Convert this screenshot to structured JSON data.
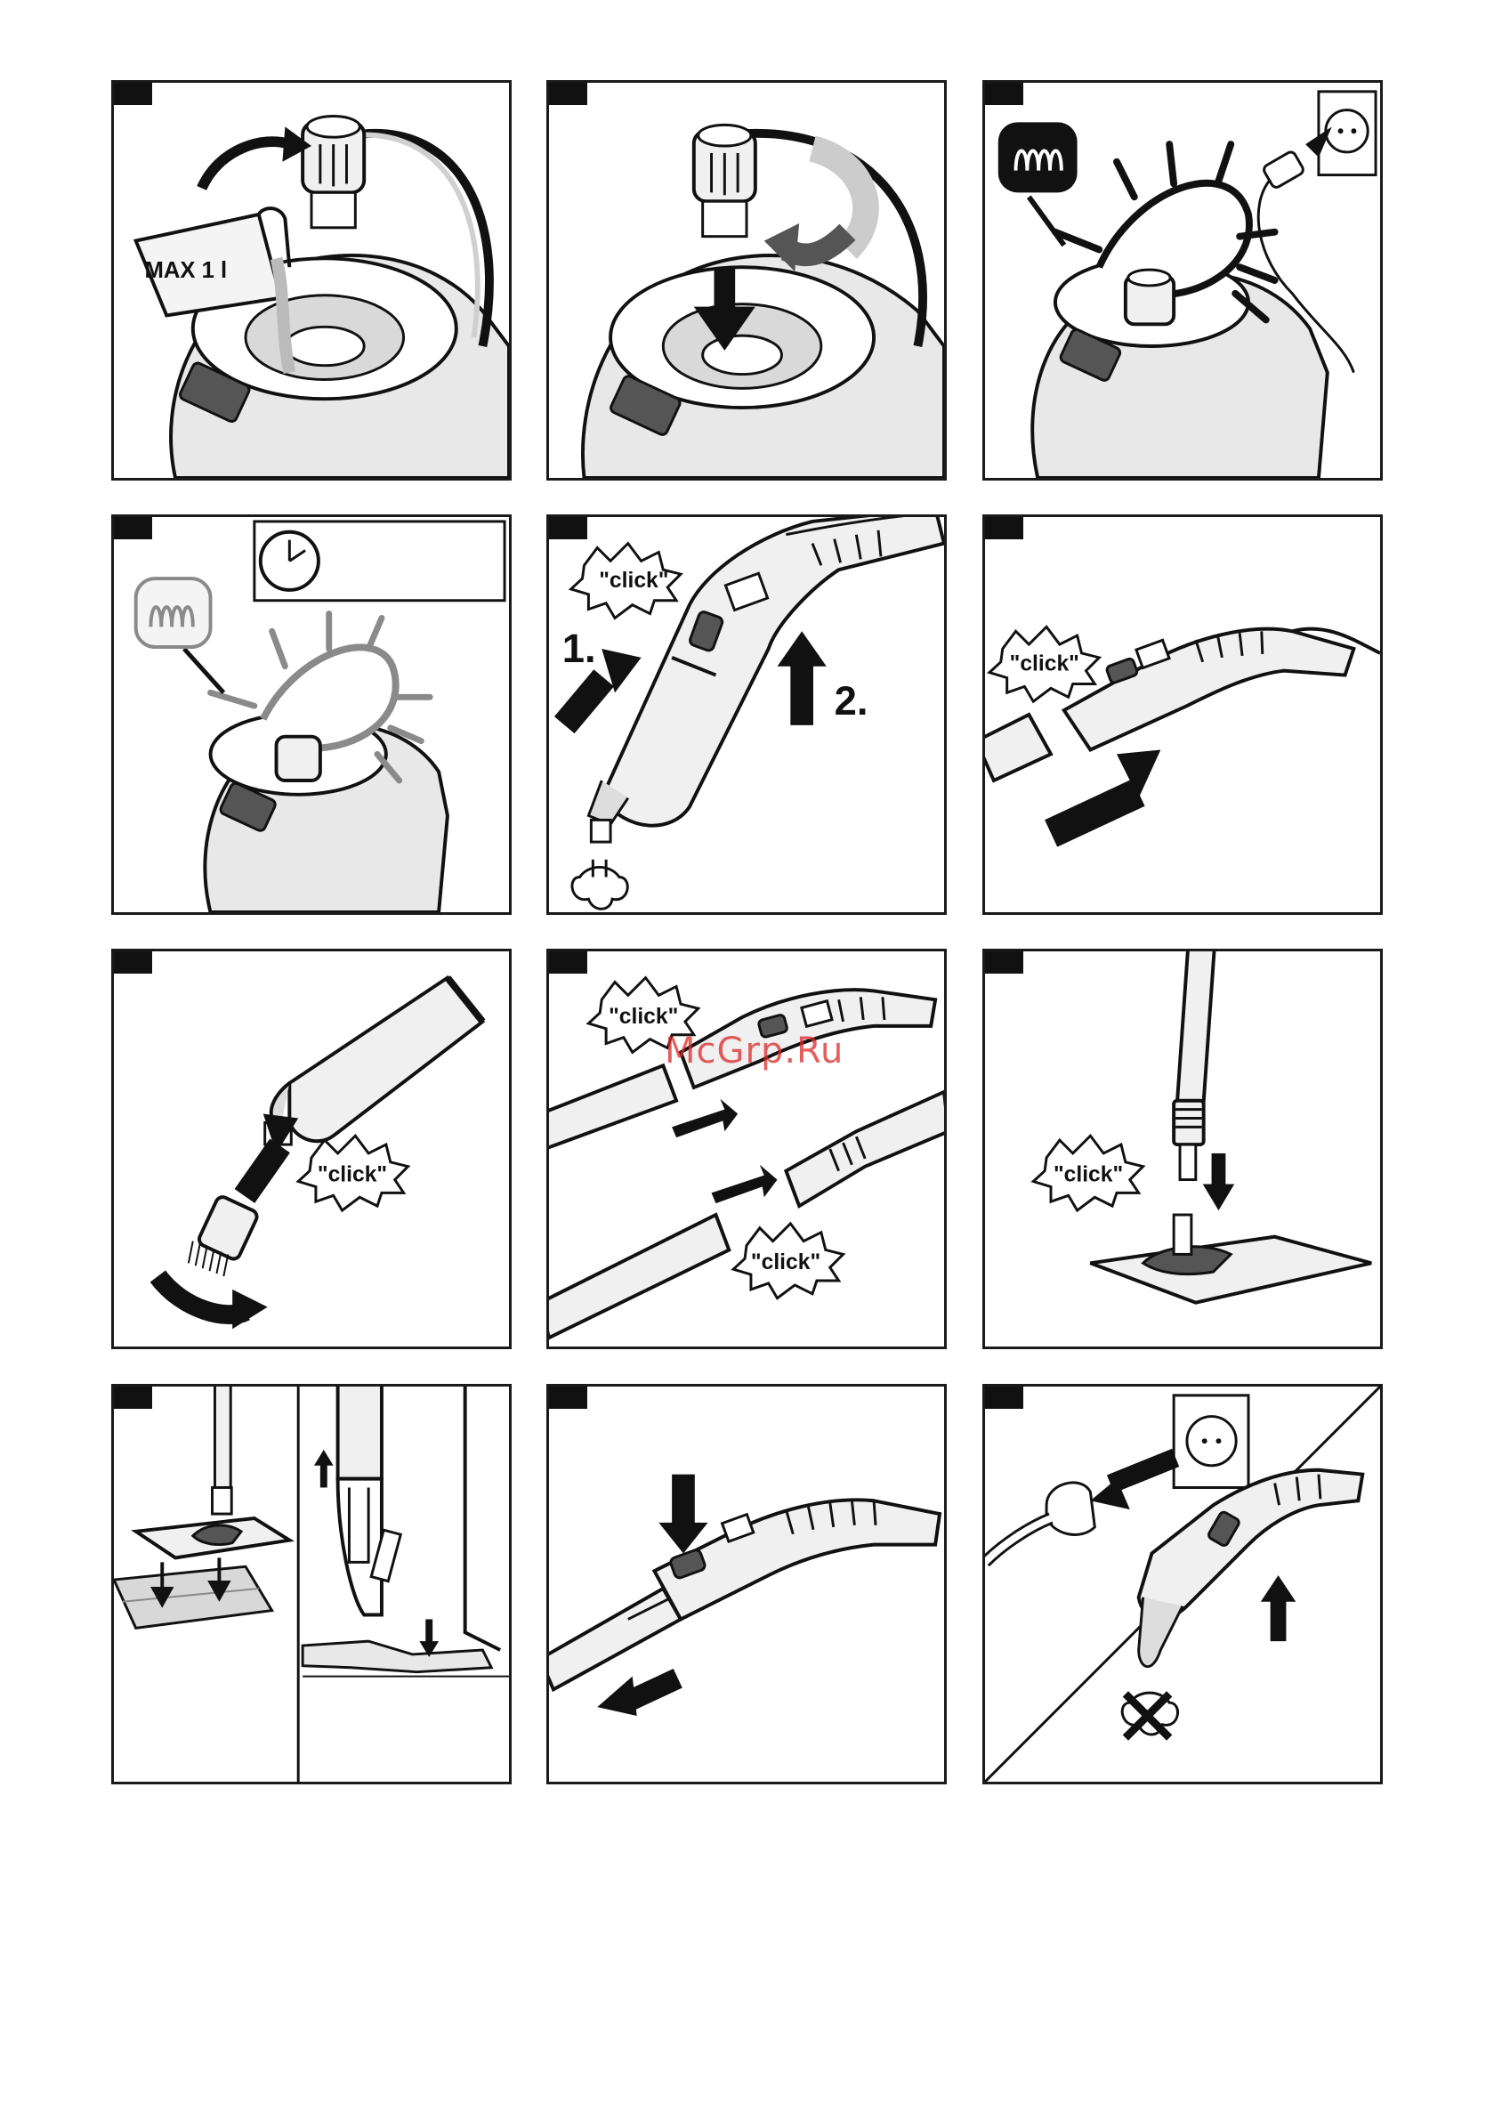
{
  "watermark": "McGrp.Ru",
  "colors": {
    "ink": "#111111",
    "gray": "#6e6e6e",
    "light": "#bdbdbd",
    "watermark": "#dc2828"
  },
  "panels": [
    {
      "id": "p1",
      "label": "MAX 1 l"
    },
    {
      "id": "p2"
    },
    {
      "id": "p3",
      "icons": [
        "heater-icon",
        "power-plug-icon"
      ]
    },
    {
      "id": "p4",
      "icons": [
        "heater-icon",
        "clock-icon"
      ]
    },
    {
      "id": "p5",
      "click": "\"click\"",
      "step1": "1.",
      "step2": "2."
    },
    {
      "id": "p6",
      "click": "\"click\""
    },
    {
      "id": "p7",
      "click": "\"click\""
    },
    {
      "id": "p8",
      "click_a": "\"click\"",
      "click_b": "\"click\""
    },
    {
      "id": "p9",
      "click": "\"click\""
    },
    {
      "id": "p10"
    },
    {
      "id": "p11"
    },
    {
      "id": "p12",
      "icons": [
        "unplug-icon",
        "no-steam-icon"
      ]
    }
  ]
}
